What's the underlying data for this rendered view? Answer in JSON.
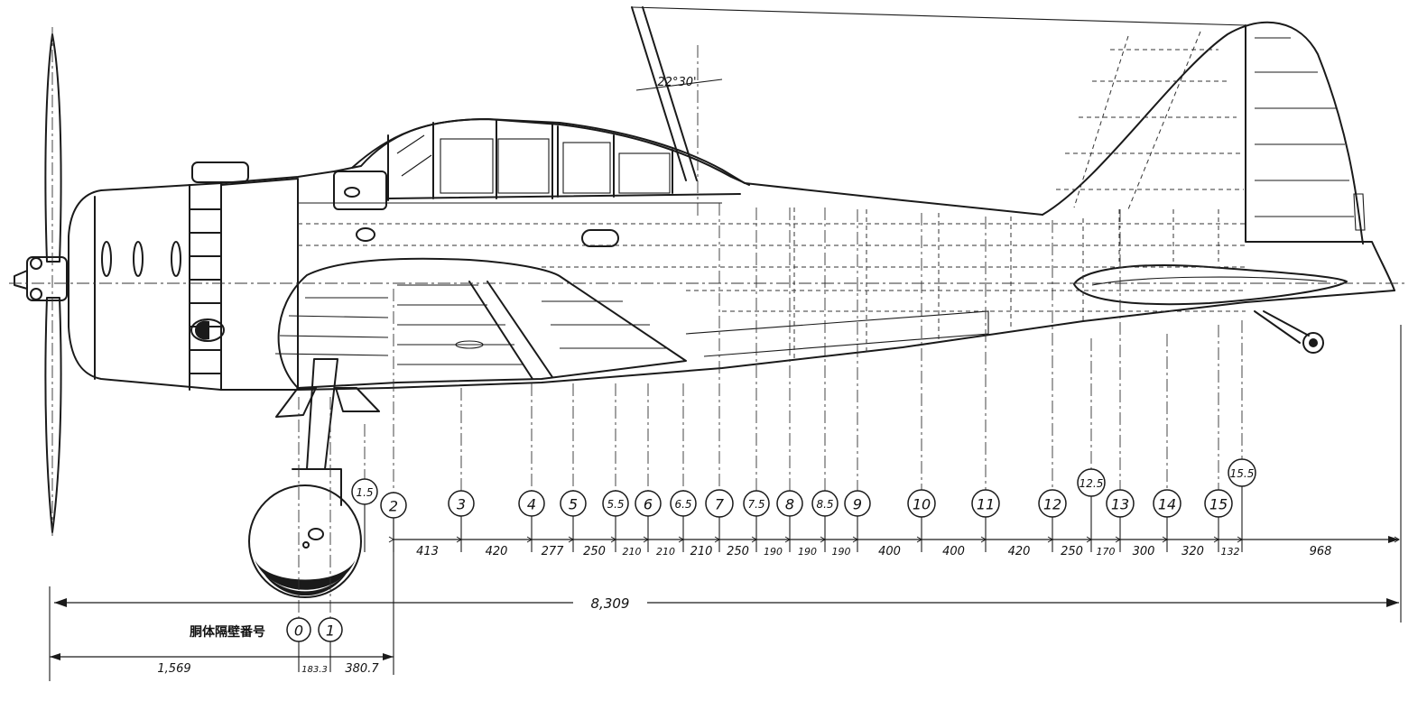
{
  "angle_label": "22°30'",
  "overall_length": "8,309",
  "station_legend": "胴体隔壁番号",
  "stations": [
    {
      "label": "0"
    },
    {
      "label": "1"
    },
    {
      "label": "1.5"
    },
    {
      "label": "2"
    },
    {
      "label": "3"
    },
    {
      "label": "4"
    },
    {
      "label": "5"
    },
    {
      "label": "5.5"
    },
    {
      "label": "6"
    },
    {
      "label": "6.5"
    },
    {
      "label": "7"
    },
    {
      "label": "7.5"
    },
    {
      "label": "8"
    },
    {
      "label": "8.5"
    },
    {
      "label": "9"
    },
    {
      "label": "10"
    },
    {
      "label": "11"
    },
    {
      "label": "12"
    },
    {
      "label": "12.5"
    },
    {
      "label": "13"
    },
    {
      "label": "14"
    },
    {
      "label": "15"
    },
    {
      "label": "15.5"
    }
  ],
  "spacings": [
    "413",
    "420",
    "277",
    "250",
    "210",
    "210",
    "210",
    "250",
    "190",
    "190",
    "190",
    "400",
    "400",
    "420",
    "250",
    "170",
    "300",
    "320",
    "132",
    "968"
  ],
  "front_dims": [
    "1,569",
    "183.3",
    "380.7"
  ],
  "colors": {
    "ink": "#1a1a1a",
    "paper": "#ffffff"
  }
}
